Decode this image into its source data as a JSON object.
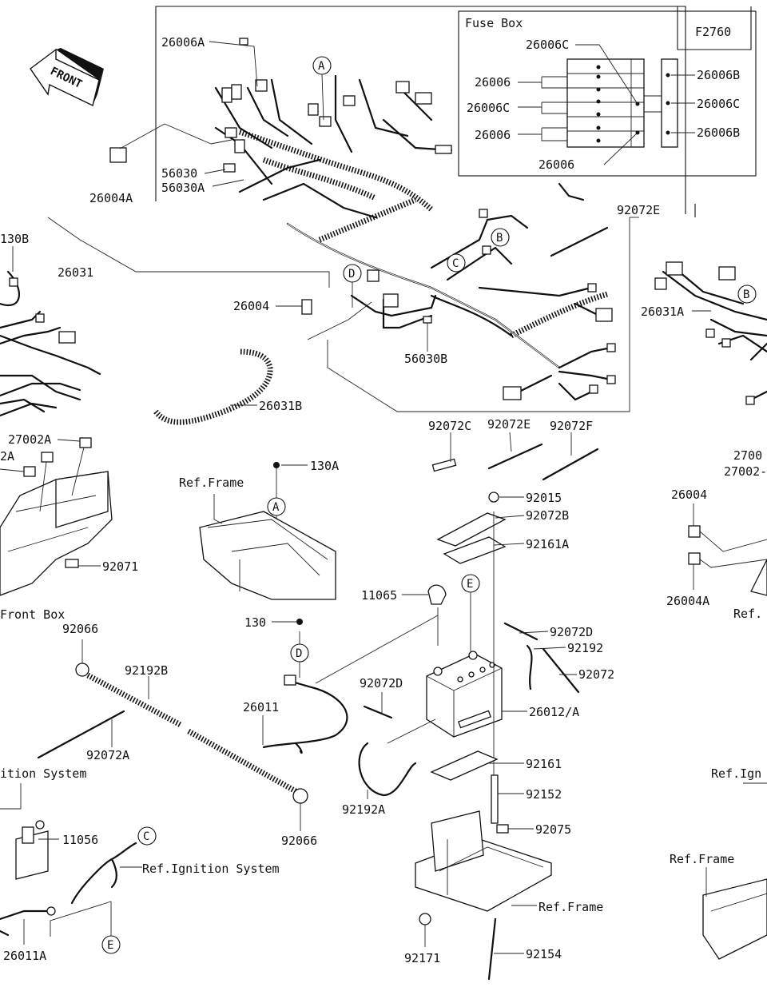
{
  "figure_code": "F2760",
  "front_arrow": "FRONT",
  "fuse_box": {
    "title": "Fuse Box",
    "labels": [
      "26006C",
      "26006",
      "26006C",
      "26006",
      "26006",
      "26006B",
      "26006C",
      "26006B"
    ]
  },
  "parts": {
    "p26006A": "26006A",
    "p26004A_top": "26004A",
    "p56030": "56030",
    "p56030A": "56030A",
    "p130B": "130B",
    "p26031": "26031",
    "p26004": "26004",
    "p56030B": "56030B",
    "p26031B": "26031B",
    "p92072E_top": "92072E",
    "p26031A": "26031A",
    "p27002A": "27002A",
    "p2A": "2A",
    "p27002_right": "2700",
    "p27002_right2": "27002-",
    "p92072C": "92072C",
    "p92072E": "92072E",
    "p92072F": "92072F",
    "p130A": "130A",
    "p92015": "92015",
    "p92072B": "92072B",
    "p92161A": "92161A",
    "p92071": "92071",
    "p26004_right": "26004",
    "p26004A_right": "26004A",
    "p11065": "11065",
    "p130": "130",
    "p92072D": "92072D",
    "p92192": "92192",
    "p92072": "92072",
    "p92066_top": "92066",
    "p92192B": "92192B",
    "p92072D_2": "92072D",
    "p26011": "26011",
    "p26012A": "26012/A",
    "p92072A": "92072A",
    "p92161": "92161",
    "p92192A": "92192A",
    "p92152": "92152",
    "p92066_bot": "92066",
    "p11056": "11056",
    "p92075": "92075",
    "p26011A": "26011A",
    "p92171": "92171",
    "p92154": "92154"
  },
  "refs": {
    "ref_frame_1": "Ref.Frame",
    "front_box": "Front Box",
    "ignition_system_1": "ition System",
    "ref_ignition": "Ref.Ignition System",
    "ref_frame_2": "Ref.Frame",
    "ref_frame_3": "Ref.Frame",
    "ref_ign_right": "Ref.Ign",
    "ref_right": "Ref."
  },
  "callouts": {
    "A": "A",
    "B": "B",
    "C": "C",
    "D": "D",
    "E": "E"
  }
}
